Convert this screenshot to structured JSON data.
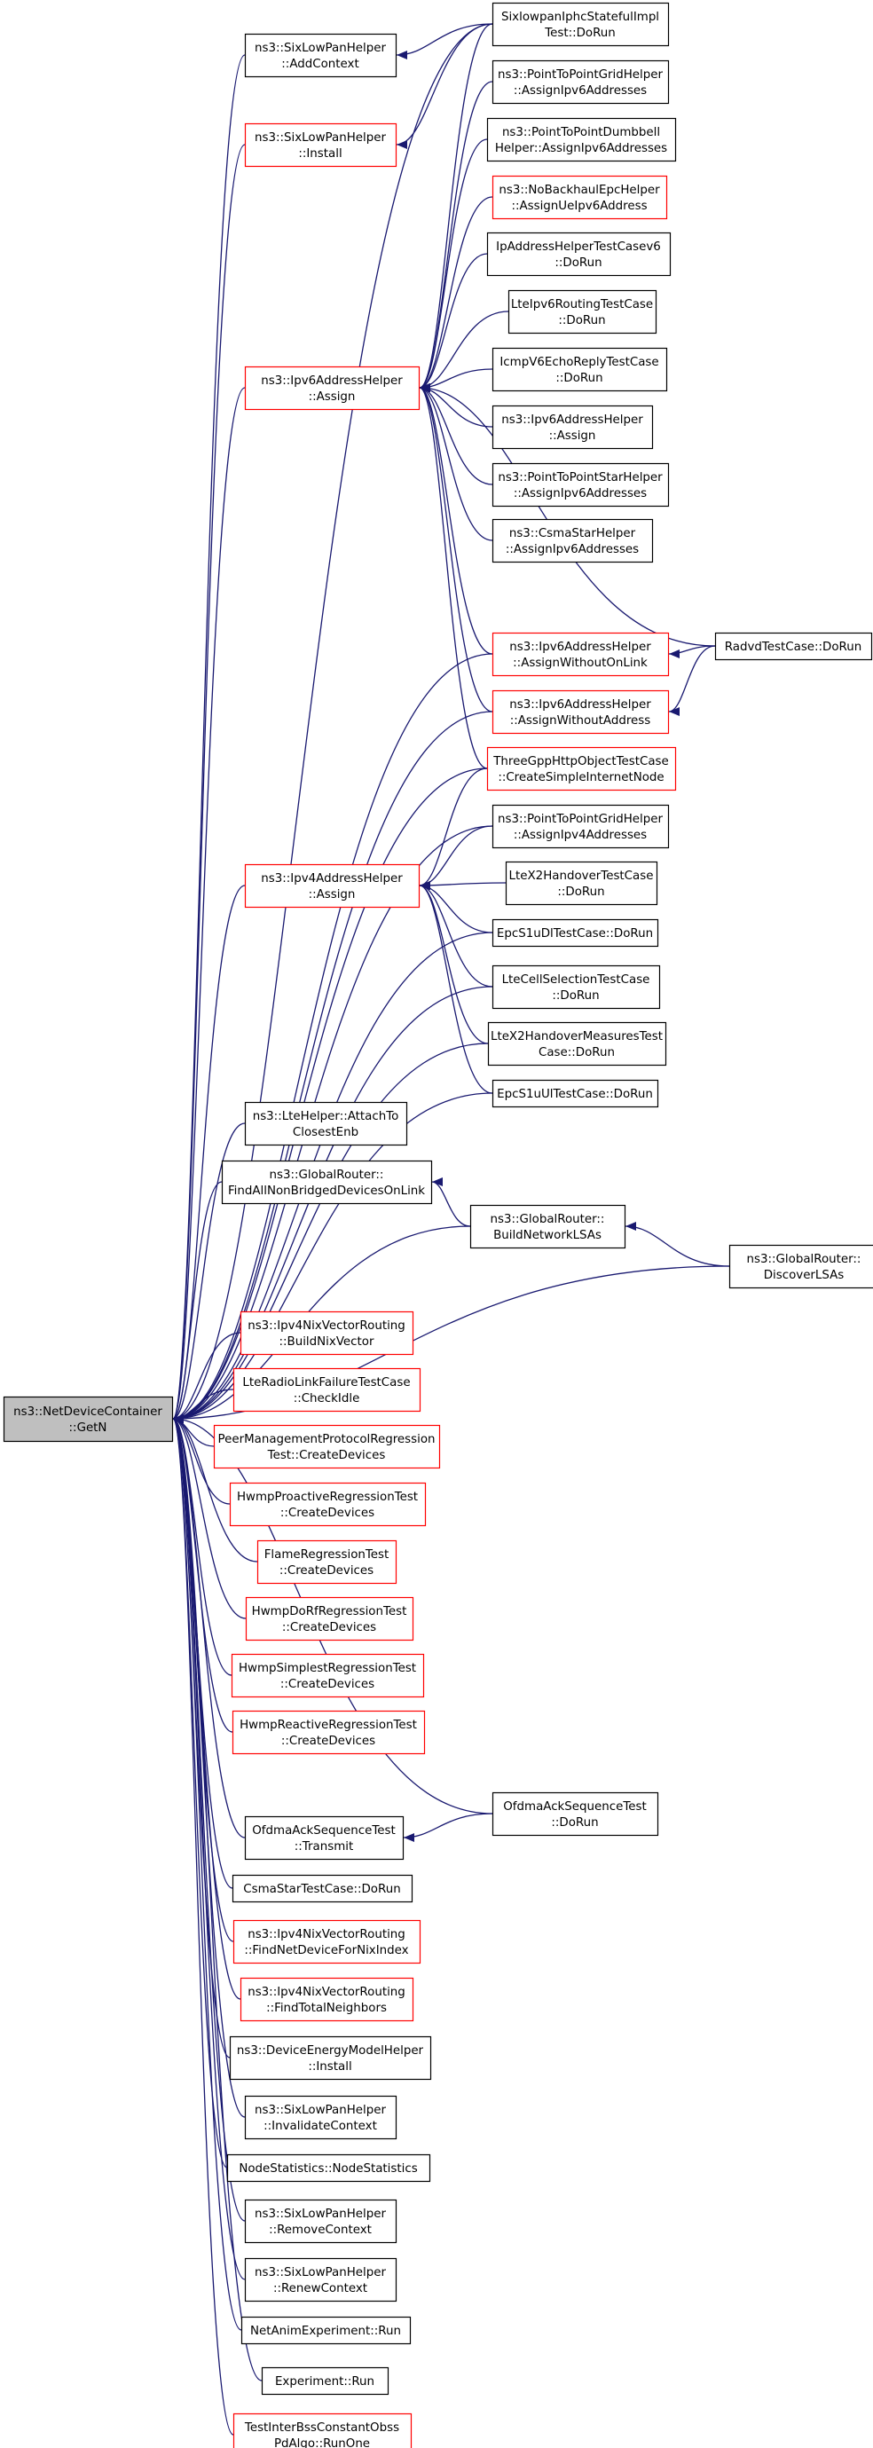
{
  "colors": {
    "edge": "#191970",
    "border_normal": "#000000",
    "border_link": "#ff0000",
    "root_fill": "#bfbfbf",
    "node_fill": "#ffffff"
  },
  "nodes": [
    {
      "id": "root",
      "lines": [
        "ns3::NetDeviceContainer",
        "::GetN"
      ],
      "kind": "root"
    },
    {
      "id": "add_context",
      "lines": [
        "ns3::SixLowPanHelper",
        "::AddContext"
      ],
      "kind": "normal"
    },
    {
      "id": "sixlowpan_install",
      "lines": [
        "ns3::SixLowPanHelper",
        "::Install"
      ],
      "kind": "link"
    },
    {
      "id": "ipv6_assign",
      "lines": [
        "ns3::Ipv6AddressHelper",
        "::Assign"
      ],
      "kind": "link"
    },
    {
      "id": "ipv6_assign_noonlink",
      "lines": [
        "ns3::Ipv6AddressHelper",
        "::AssignWithoutOnLink"
      ],
      "kind": "link"
    },
    {
      "id": "ipv6_assign_noaddr",
      "lines": [
        "ns3::Ipv6AddressHelper",
        "::AssignWithoutAddress"
      ],
      "kind": "link"
    },
    {
      "id": "ipv4_assign",
      "lines": [
        "ns3::Ipv4AddressHelper",
        "::Assign"
      ],
      "kind": "link"
    },
    {
      "id": "lte_attach",
      "lines": [
        "ns3::LteHelper::AttachTo",
        "ClosestEnb"
      ],
      "kind": "normal"
    },
    {
      "id": "gr_find",
      "lines": [
        "ns3::GlobalRouter::",
        "FindAllNonBridgedDevicesOnLink"
      ],
      "kind": "normal"
    },
    {
      "id": "gr_build",
      "lines": [
        "ns3::GlobalRouter::",
        "BuildNetworkLSAs"
      ],
      "kind": "normal"
    },
    {
      "id": "gr_discover",
      "lines": [
        "ns3::GlobalRouter::",
        "DiscoverLSAs"
      ],
      "kind": "normal"
    },
    {
      "id": "nix_build",
      "lines": [
        "ns3::Ipv4NixVectorRouting",
        "::BuildNixVector"
      ],
      "kind": "link"
    },
    {
      "id": "lte_rlf",
      "lines": [
        "LteRadioLinkFailureTestCase",
        "::CheckIdle"
      ],
      "kind": "link"
    },
    {
      "id": "peer_mgmt",
      "lines": [
        "PeerManagementProtocolRegression",
        "Test::CreateDevices"
      ],
      "kind": "link"
    },
    {
      "id": "hwmp_proactive",
      "lines": [
        "HwmpProactiveRegressionTest",
        "::CreateDevices"
      ],
      "kind": "link"
    },
    {
      "id": "flame",
      "lines": [
        "FlameRegressionTest",
        "::CreateDevices"
      ],
      "kind": "link"
    },
    {
      "id": "hwmp_dorf",
      "lines": [
        "HwmpDoRfRegressionTest",
        "::CreateDevices"
      ],
      "kind": "link"
    },
    {
      "id": "hwmp_simplest",
      "lines": [
        "HwmpSimplestRegressionTest",
        "::CreateDevices"
      ],
      "kind": "link"
    },
    {
      "id": "hwmp_reactive",
      "lines": [
        "HwmpReactiveRegressionTest",
        "::CreateDevices"
      ],
      "kind": "link"
    },
    {
      "id": "ofdma_transmit",
      "lines": [
        "OfdmaAckSequenceTest",
        "::Transmit"
      ],
      "kind": "normal"
    },
    {
      "id": "ofdma_dorun",
      "lines": [
        "OfdmaAckSequenceTest",
        "::DoRun"
      ],
      "kind": "normal"
    },
    {
      "id": "csma_star_dorun",
      "lines": [
        "CsmaStarTestCase::DoRun"
      ],
      "kind": "normal"
    },
    {
      "id": "nix_findnet",
      "lines": [
        "ns3::Ipv4NixVectorRouting",
        "::FindNetDeviceForNixIndex"
      ],
      "kind": "link"
    },
    {
      "id": "nix_findtotal",
      "lines": [
        "ns3::Ipv4NixVectorRouting",
        "::FindTotalNeighbors"
      ],
      "kind": "link"
    },
    {
      "id": "dev_energy",
      "lines": [
        "ns3::DeviceEnergyModelHelper",
        "::Install"
      ],
      "kind": "normal"
    },
    {
      "id": "invalidate_ctx",
      "lines": [
        "ns3::SixLowPanHelper",
        "::InvalidateContext"
      ],
      "kind": "normal"
    },
    {
      "id": "nodestats",
      "lines": [
        "NodeStatistics::NodeStatistics"
      ],
      "kind": "normal"
    },
    {
      "id": "remove_ctx",
      "lines": [
        "ns3::SixLowPanHelper",
        "::RemoveContext"
      ],
      "kind": "normal"
    },
    {
      "id": "renew_ctx",
      "lines": [
        "ns3::SixLowPanHelper",
        "::RenewContext"
      ],
      "kind": "normal"
    },
    {
      "id": "netanim",
      "lines": [
        "NetAnimExperiment::Run"
      ],
      "kind": "normal"
    },
    {
      "id": "experiment_run",
      "lines": [
        "Experiment::Run"
      ],
      "kind": "normal"
    },
    {
      "id": "test_interbss",
      "lines": [
        "TestInterBssConstantObss",
        "PdAlgo::RunOne"
      ],
      "kind": "link"
    },
    {
      "id": "sixlowpan_stateful",
      "lines": [
        "SixlowpanIphcStatefulImpl",
        "Test::DoRun"
      ],
      "kind": "normal"
    },
    {
      "id": "p2p_grid_ipv6",
      "lines": [
        "ns3::PointToPointGridHelper",
        "::AssignIpv6Addresses"
      ],
      "kind": "normal"
    },
    {
      "id": "p2p_dumbbell_ipv6",
      "lines": [
        "ns3::PointToPointDumbbell",
        "Helper::AssignIpv6Addresses"
      ],
      "kind": "normal"
    },
    {
      "id": "nobackhaul",
      "lines": [
        "ns3::NoBackhaulEpcHelper",
        "::AssignUeIpv6Address"
      ],
      "kind": "link"
    },
    {
      "id": "ipaddr_test_v6",
      "lines": [
        "IpAddressHelperTestCasev6",
        "::DoRun"
      ],
      "kind": "normal"
    },
    {
      "id": "lte_ipv6_routing",
      "lines": [
        "LteIpv6RoutingTestCase",
        "::DoRun"
      ],
      "kind": "normal"
    },
    {
      "id": "icmpv6_echo",
      "lines": [
        "IcmpV6EchoReplyTestCase",
        "::DoRun"
      ],
      "kind": "normal"
    },
    {
      "id": "ipv6_helper_assign",
      "lines": [
        "ns3::Ipv6AddressHelper",
        "::Assign"
      ],
      "kind": "normal"
    },
    {
      "id": "p2p_star_ipv6",
      "lines": [
        "ns3::PointToPointStarHelper",
        "::AssignIpv6Addresses"
      ],
      "kind": "normal"
    },
    {
      "id": "csma_star_ipv6",
      "lines": [
        "ns3::CsmaStarHelper",
        "::AssignIpv6Addresses"
      ],
      "kind": "normal"
    },
    {
      "id": "radvd",
      "lines": [
        "RadvdTestCase::DoRun"
      ],
      "kind": "normal"
    },
    {
      "id": "threegpp",
      "lines": [
        "ThreeGppHttpObjectTestCase",
        "::CreateSimpleInternetNode"
      ],
      "kind": "link"
    },
    {
      "id": "p2p_grid_ipv4",
      "lines": [
        "ns3::PointToPointGridHelper",
        "::AssignIpv4Addresses"
      ],
      "kind": "normal"
    },
    {
      "id": "ltex2_handover",
      "lines": [
        "LteX2HandoverTestCase",
        "::DoRun"
      ],
      "kind": "normal"
    },
    {
      "id": "epcs1u_dl",
      "lines": [
        "EpcS1uDlTestCase::DoRun"
      ],
      "kind": "normal"
    },
    {
      "id": "lte_cellsel",
      "lines": [
        "LteCellSelectionTestCase",
        "::DoRun"
      ],
      "kind": "normal"
    },
    {
      "id": "ltex2_measures",
      "lines": [
        "LteX2HandoverMeasuresTest",
        "Case::DoRun"
      ],
      "kind": "normal"
    },
    {
      "id": "epcs1u_ul",
      "lines": [
        "EpcS1uUlTestCase::DoRun"
      ],
      "kind": "normal"
    }
  ],
  "edges": [
    [
      "add_context",
      "root"
    ],
    [
      "sixlowpan_install",
      "root"
    ],
    [
      "ipv6_assign",
      "root"
    ],
    [
      "ipv6_assign_noonlink",
      "root"
    ],
    [
      "ipv6_assign_noaddr",
      "root"
    ],
    [
      "ipv4_assign",
      "root"
    ],
    [
      "lte_attach",
      "root"
    ],
    [
      "gr_find",
      "root"
    ],
    [
      "gr_build",
      "root"
    ],
    [
      "gr_discover",
      "root"
    ],
    [
      "nix_build",
      "root"
    ],
    [
      "lte_rlf",
      "root"
    ],
    [
      "peer_mgmt",
      "root"
    ],
    [
      "hwmp_proactive",
      "root"
    ],
    [
      "flame",
      "root"
    ],
    [
      "hwmp_dorf",
      "root"
    ],
    [
      "hwmp_simplest",
      "root"
    ],
    [
      "hwmp_reactive",
      "root"
    ],
    [
      "ofdma_transmit",
      "root"
    ],
    [
      "ofdma_dorun",
      "root"
    ],
    [
      "csma_star_dorun",
      "root"
    ],
    [
      "nix_findnet",
      "root"
    ],
    [
      "nix_findtotal",
      "root"
    ],
    [
      "dev_energy",
      "root"
    ],
    [
      "invalidate_ctx",
      "root"
    ],
    [
      "nodestats",
      "root"
    ],
    [
      "remove_ctx",
      "root"
    ],
    [
      "renew_ctx",
      "root"
    ],
    [
      "netanim",
      "root"
    ],
    [
      "experiment_run",
      "root"
    ],
    [
      "test_interbss",
      "root"
    ],
    [
      "sixlowpan_stateful",
      "root"
    ],
    [
      "threegpp",
      "root"
    ],
    [
      "p2p_grid_ipv4",
      "root"
    ],
    [
      "epcs1u_dl",
      "root"
    ],
    [
      "lte_cellsel",
      "root"
    ],
    [
      "ltex2_measures",
      "root"
    ],
    [
      "epcs1u_ul",
      "root"
    ],
    [
      "sixlowpan_stateful",
      "add_context"
    ],
    [
      "sixlowpan_stateful",
      "sixlowpan_install"
    ],
    [
      "sixlowpan_stateful",
      "ipv6_assign"
    ],
    [
      "p2p_grid_ipv6",
      "ipv6_assign"
    ],
    [
      "p2p_dumbbell_ipv6",
      "ipv6_assign"
    ],
    [
      "nobackhaul",
      "ipv6_assign"
    ],
    [
      "ipaddr_test_v6",
      "ipv6_assign"
    ],
    [
      "lte_ipv6_routing",
      "ipv6_assign"
    ],
    [
      "icmpv6_echo",
      "ipv6_assign"
    ],
    [
      "ipv6_helper_assign",
      "ipv6_assign"
    ],
    [
      "p2p_star_ipv6",
      "ipv6_assign"
    ],
    [
      "csma_star_ipv6",
      "ipv6_assign"
    ],
    [
      "radvd",
      "ipv6_assign"
    ],
    [
      "ipv6_assign_noonlink",
      "ipv6_assign"
    ],
    [
      "ipv6_assign_noaddr",
      "ipv6_assign"
    ],
    [
      "threegpp",
      "ipv6_assign"
    ],
    [
      "radvd",
      "ipv6_assign_noonlink"
    ],
    [
      "radvd",
      "ipv6_assign_noaddr"
    ],
    [
      "threegpp",
      "ipv4_assign"
    ],
    [
      "p2p_grid_ipv4",
      "ipv4_assign"
    ],
    [
      "ltex2_handover",
      "ipv4_assign"
    ],
    [
      "epcs1u_dl",
      "ipv4_assign"
    ],
    [
      "lte_cellsel",
      "ipv4_assign"
    ],
    [
      "ltex2_measures",
      "ipv4_assign"
    ],
    [
      "epcs1u_ul",
      "ipv4_assign"
    ],
    [
      "gr_build",
      "gr_find"
    ],
    [
      "gr_discover",
      "gr_build"
    ],
    [
      "ofdma_dorun",
      "ofdma_transmit"
    ]
  ]
}
